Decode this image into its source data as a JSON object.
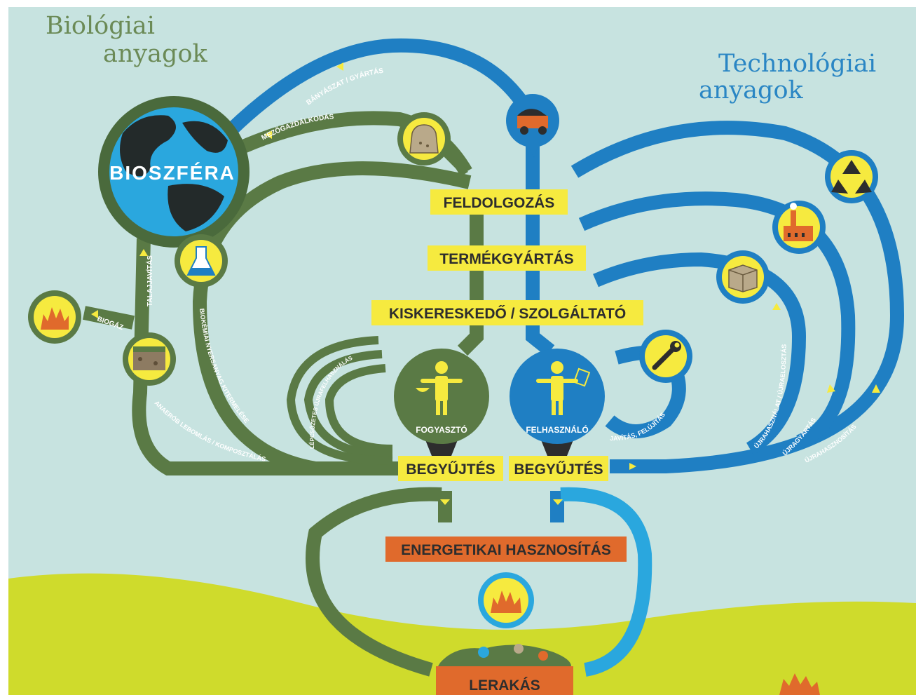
{
  "headings": {
    "biological": [
      "Biológiai",
      "anyagok"
    ],
    "technological": [
      "Technológiai",
      "anyagok"
    ]
  },
  "biosphere": "BIOSZFÉRA",
  "boxes": {
    "processing": "FELDOLGOZÁS",
    "manufacturing": "TERMÉKGYÁRTÁS",
    "retail": "KISKERESKEDŐ / SZOLGÁLTATÓ",
    "collection_bio": "BEGYŰJTÉS",
    "collection_tech": "BEGYŰJTÉS",
    "energy": "ENERGETIKAI HASZNOSÍTÁS",
    "landfill": "LERAKÁS"
  },
  "nodes": {
    "consumer": "FOGYASZTÓ",
    "user": "FELHASZNÁLÓ"
  },
  "flows": {
    "mining": "BÁNYÁSZAT / GYÁRTÁS",
    "agriculture": "MEZŐGAZDÁLKODÁS",
    "soil": "TALAJJAVÍTÁS",
    "biogas": "BIOGÁZ",
    "biochem": "BIOKÉMIAI NYERSANYAG KITERMELÉSE",
    "anaerobic": "ANAERÓB LEBOMLÁS / KOMPOSZTÁLÁS",
    "cascade": "LÉPCSŐZETES ÚJRAFELHASZNÁLÁS",
    "repair": "JAVÍTÁS, FELÚJÍTÁS",
    "reuse": "ÚJRAHASZNÁLAT / ÚJRAELOSZTÁS",
    "remanufacture": "ÚJRAGYÁRTÁS",
    "recycling": "ÚJRAHASZNOSÍTÁS"
  },
  "colors": {
    "background": "#c7e3e0",
    "hill": "#cfdb2c",
    "bio_green": "#5a7a45",
    "tech_blue": "#1f7fc3",
    "tech_light_blue": "#2aa7de",
    "label_yellow": "#f6ea3f",
    "energy_orange": "#e06a2c",
    "heading_green": "#6b8a56",
    "heading_blue": "#2a86c4"
  },
  "icons": [
    "planet-icon",
    "sack-icon",
    "truck-icon",
    "recycle-icon",
    "factory-icon",
    "box-icon",
    "wrench-icon",
    "flask-icon",
    "fire-icon",
    "soil-icon",
    "person-icon",
    "waste-pile-icon"
  ]
}
